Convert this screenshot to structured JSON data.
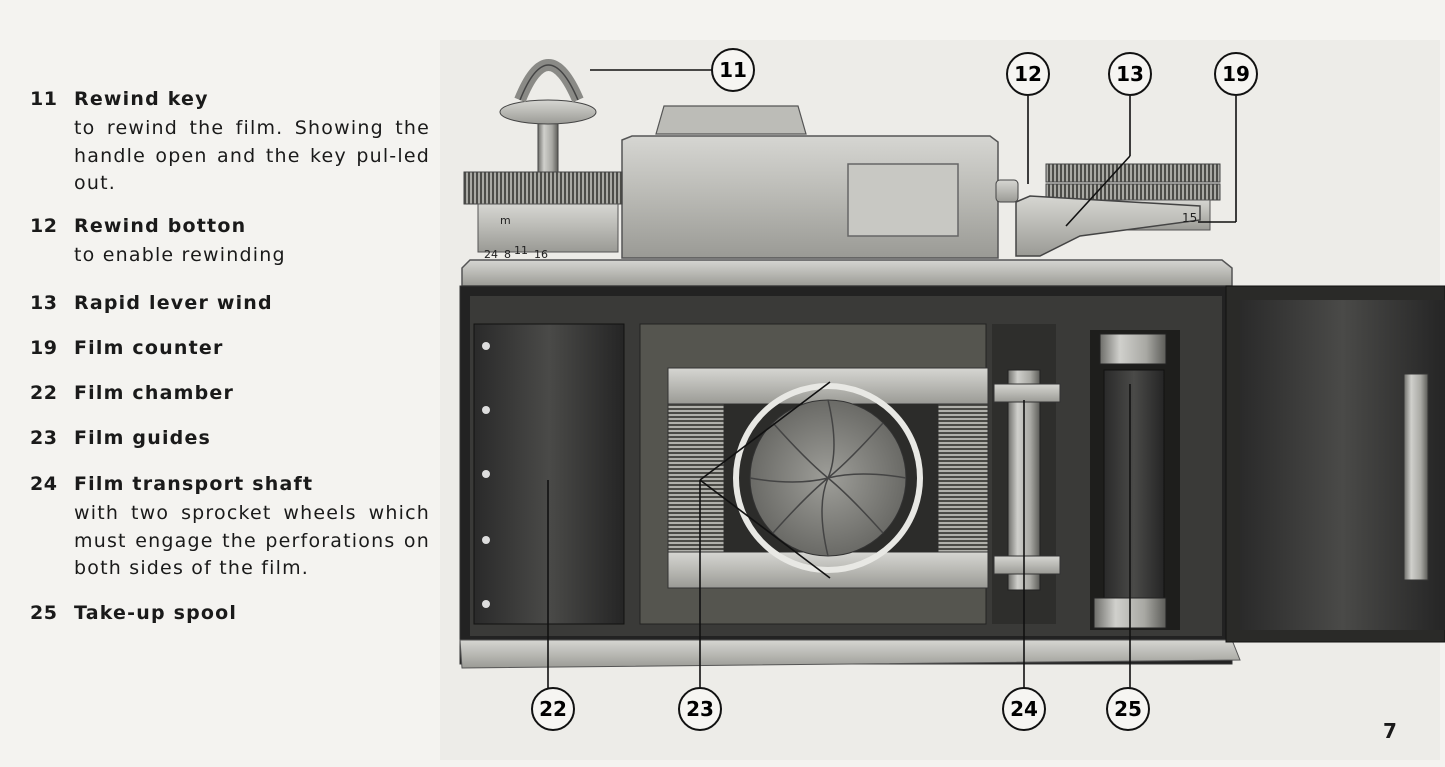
{
  "legend": [
    {
      "number": "11",
      "title": "Rewind key",
      "description": "to rewind the film. Showing the handle open and the key pul-led out."
    },
    {
      "number": "12",
      "title": "Rewind botton",
      "description": "to enable rewinding"
    },
    {
      "number": "13",
      "title": "Rapid lever wind",
      "description": ""
    },
    {
      "number": "19",
      "title": "Film counter",
      "description": ""
    },
    {
      "number": "22",
      "title": "Film chamber",
      "description": ""
    },
    {
      "number": "23",
      "title": "Film guides",
      "description": ""
    },
    {
      "number": "24",
      "title": "Film transport shaft",
      "description": "with two sprocket wheels which must engage the perforations on both sides of the film."
    },
    {
      "number": "25",
      "title": "Take-up spool",
      "description": ""
    }
  ],
  "callouts": [
    "11",
    "12",
    "13",
    "19",
    "22",
    "23",
    "24",
    "25"
  ],
  "dial": {
    "marks": [
      "m",
      "24",
      "8",
      "11",
      "16"
    ],
    "counter": "15"
  },
  "page_number": "7"
}
